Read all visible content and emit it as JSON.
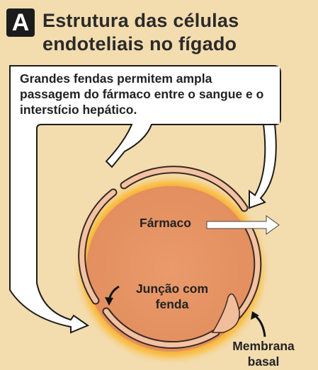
{
  "panel": {
    "letter": "A",
    "title": "Estrutura das células endoteliais no fígado"
  },
  "callout": {
    "text": "Grandes fendas permitem ampla passagem do fármaco entre o sangue e o interstício hepático."
  },
  "labels": {
    "drug": "Fármaco",
    "junction": "Junção com fenda",
    "membrane": "Membrana basal"
  },
  "colors": {
    "background": "#f3dcae",
    "cell_fill": "#eb9a6c",
    "glow": "#f0a81e",
    "membrane": "#f4c2a2"
  }
}
